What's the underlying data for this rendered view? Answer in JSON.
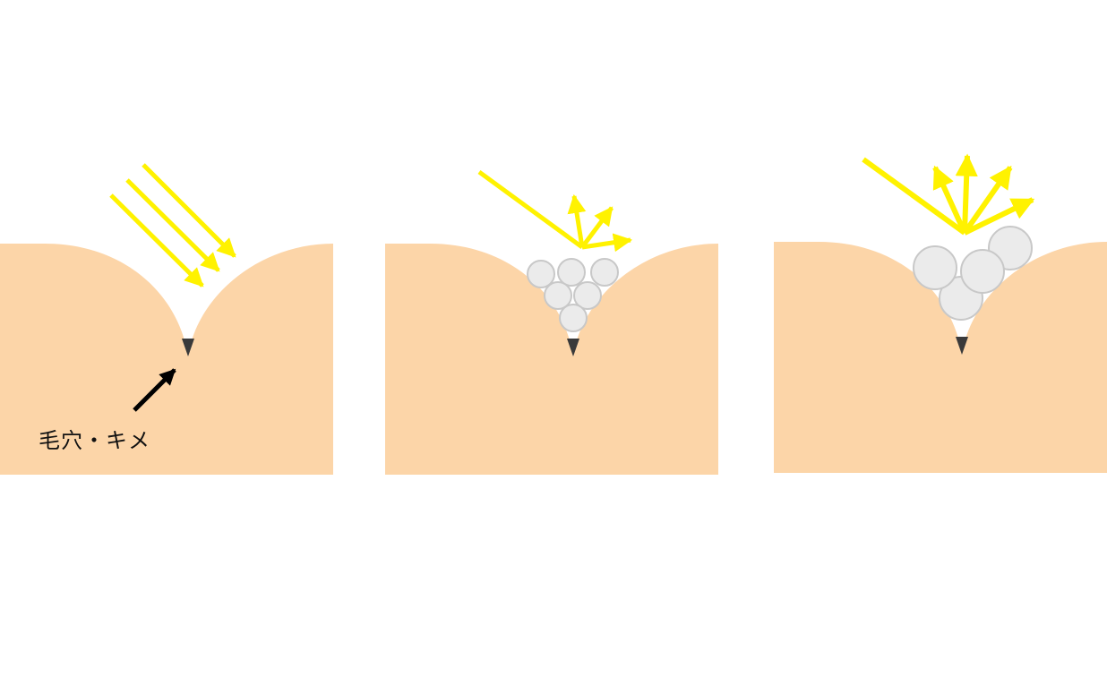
{
  "colors": {
    "skin": "#FCD5A8",
    "light": "#FFF200",
    "pore": "#3A3A3A",
    "particle_fill": "#EBEBEB",
    "particle_stroke": "#C8C8C8",
    "pointer": "#000000"
  },
  "panels": [
    {
      "id": "panel-bare",
      "light": "parallel",
      "particles": "none"
    },
    {
      "id": "panel-fine-powder",
      "light": "scattered",
      "particles": "small"
    },
    {
      "id": "panel-coarse-powder",
      "light": "scattered",
      "particles": "large"
    }
  ],
  "annotation": {
    "label": "毛穴・キメ",
    "icons": [
      "arrow-icon"
    ]
  }
}
